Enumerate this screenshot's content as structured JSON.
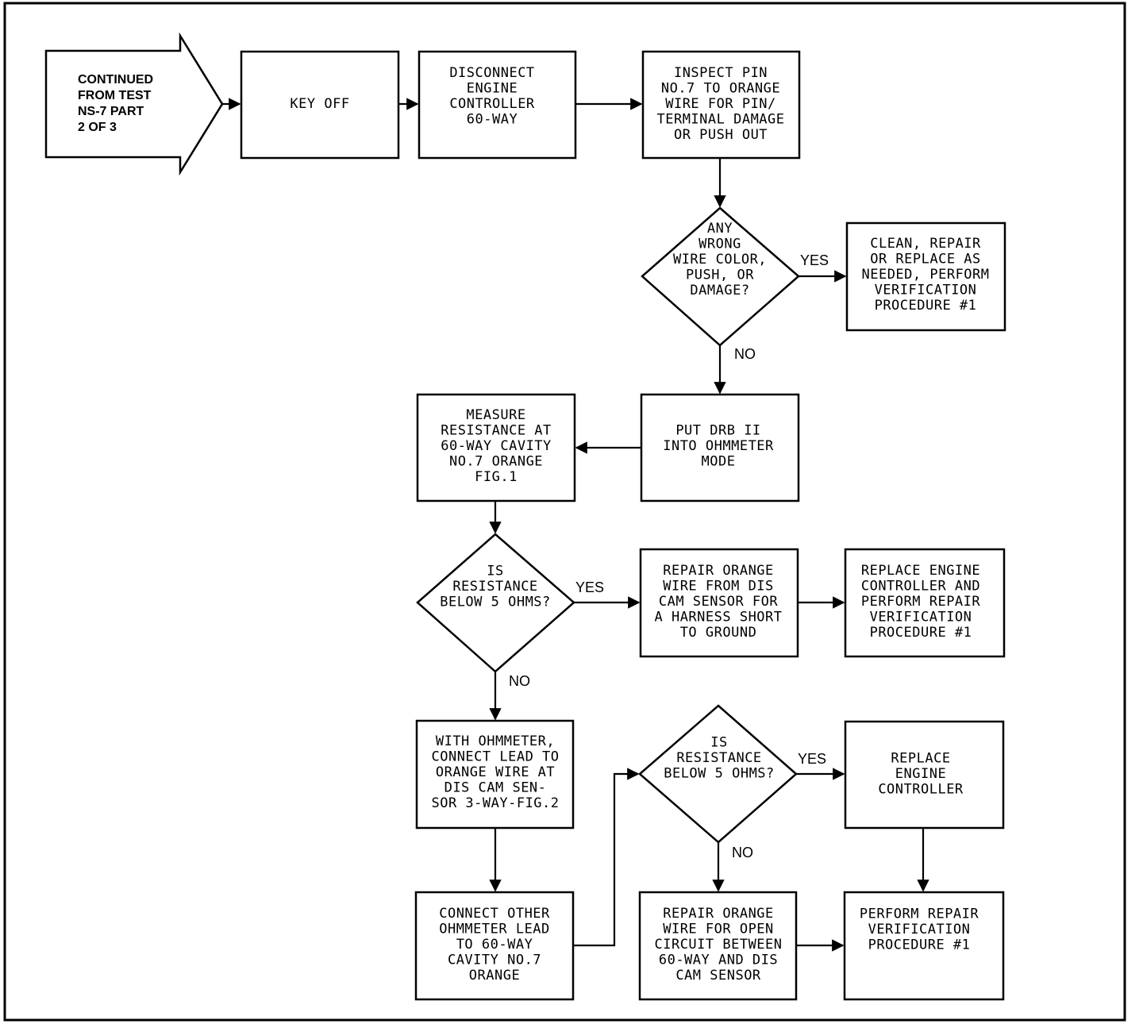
{
  "start": {
    "lines": [
      "CONTINUED",
      "FROM TEST",
      "NS-7 PART",
      "2 OF 3"
    ]
  },
  "key_off": {
    "lines": [
      "KEY OFF"
    ]
  },
  "disconnect": {
    "lines": [
      "DISCONNECT",
      "ENGINE",
      "CONTROLLER",
      "60-WAY"
    ]
  },
  "inspect": {
    "lines": [
      "INSPECT PIN",
      "NO.7 TO ORANGE",
      "WIRE FOR PIN/",
      "TERMINAL DAMAGE",
      "OR PUSH OUT"
    ]
  },
  "decision_wrong": {
    "lines": [
      "ANY",
      "WRONG",
      "WIRE COLOR,",
      "PUSH, OR",
      "DAMAGE?"
    ]
  },
  "clean": {
    "lines": [
      "CLEAN, REPAIR",
      "OR REPLACE AS",
      "NEEDED, PERFORM",
      "VERIFICATION",
      "PROCEDURE #1"
    ]
  },
  "put_drb": {
    "lines": [
      "PUT DRB II",
      "INTO OHMMETER",
      "MODE"
    ]
  },
  "measure": {
    "lines": [
      "MEASURE",
      "RESISTANCE AT",
      "60-WAY CAVITY",
      "NO.7 ORANGE",
      "FIG.1"
    ]
  },
  "decision_res1": {
    "lines": [
      "IS",
      "RESISTANCE",
      "BELOW 5 OHMS?"
    ]
  },
  "repair_short": {
    "lines": [
      "REPAIR ORANGE",
      "WIRE FROM DIS",
      "CAM SENSOR FOR",
      "A HARNESS SHORT",
      "TO GROUND"
    ]
  },
  "replace_perform": {
    "lines": [
      "REPLACE ENGINE",
      "CONTROLLER AND",
      "PERFORM REPAIR",
      "VERIFICATION",
      "PROCEDURE #1"
    ]
  },
  "with_ohm": {
    "lines": [
      "WITH OHMMETER,",
      "CONNECT LEAD TO",
      "ORANGE WIRE AT",
      "DIS CAM SEN-",
      "SOR 3-WAY-FIG.2"
    ]
  },
  "decision_res2": {
    "lines": [
      "IS",
      "RESISTANCE",
      "BELOW 5 OHMS?"
    ]
  },
  "replace_ctrl": {
    "lines": [
      "REPLACE",
      "ENGINE",
      "CONTROLLER"
    ]
  },
  "connect_other": {
    "lines": [
      "CONNECT OTHER",
      "OHMMETER LEAD",
      "TO 60-WAY",
      "CAVITY NO.7",
      "ORANGE"
    ]
  },
  "repair_open": {
    "lines": [
      "REPAIR ORANGE",
      "WIRE FOR OPEN",
      "CIRCUIT BETWEEN",
      "60-WAY AND DIS",
      "CAM SENSOR"
    ]
  },
  "perform_verif": {
    "lines": [
      "PERFORM REPAIR",
      "VERIFICATION",
      "PROCEDURE #1"
    ]
  },
  "edge_labels": {
    "yes1": "YES",
    "no1": "NO",
    "yes2": "YES",
    "no2": "NO",
    "yes3": "YES",
    "no3": "NO"
  }
}
